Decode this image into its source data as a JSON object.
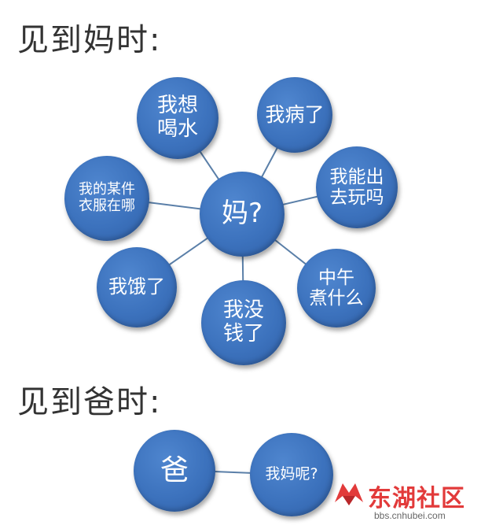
{
  "headings": {
    "mom": "见到妈时:",
    "dad": "见到爸时:"
  },
  "mom_diagram": {
    "center": "妈?",
    "nodes": [
      "我想\n喝水",
      "我病了",
      "我能出\n去玩吗",
      "中午\n煮什么",
      "我没\n钱了",
      "我饿了",
      "我的某件\n衣服在哪"
    ]
  },
  "dad_diagram": {
    "center": "爸",
    "node": "我妈呢?"
  },
  "watermark": {
    "title": "东湖社区",
    "url": "bbs.cnhubei.com"
  },
  "colors": {
    "bubble": "#3c72bd",
    "line": "#5a7fa8",
    "heading": "#333333",
    "watermark": "#e23a3a"
  }
}
